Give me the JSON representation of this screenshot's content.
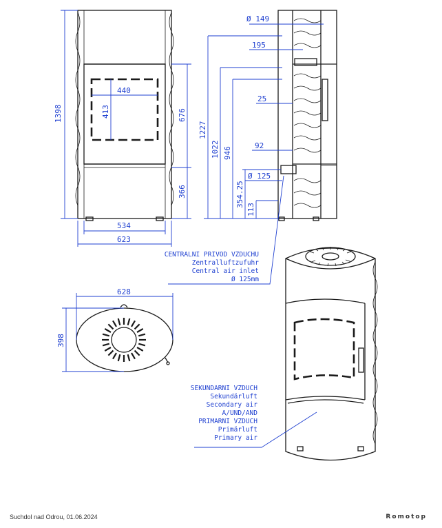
{
  "dimensions": {
    "front_total_height": "1398",
    "door_height": "676",
    "ash_section_height": "366",
    "window_width": "440",
    "window_height": "413",
    "inner_width": "534",
    "total_width": "623",
    "outlet_diameter": "Ø 149",
    "outlet_offset": "195",
    "height_1227": "1227",
    "height_1022": "1022",
    "height_946": "946",
    "offset_25": "25",
    "offset_92": "92",
    "inlet_diameter": "Ø 125",
    "inlet_height": "354.25",
    "inlet_bottom": "113",
    "top_width": "628",
    "top_depth": "398"
  },
  "labels": {
    "central_air_cz": "CENTRALNI PRIVOD VZDUCHU",
    "central_air_de": "Zentralluftzufuhr",
    "central_air_en": "Central air inlet",
    "central_air_dia": "Ø 125mm",
    "secondary_cz": "SEKUNDARNI VZDUCH",
    "secondary_de": "Sekundärluft",
    "secondary_en": "Secondary air",
    "and": "A/UND/AND",
    "primary_cz": "PRIMARNI VZDUCH",
    "primary_de": "Primärluft",
    "primary_en": "Primary air"
  },
  "footer": {
    "location_date": "Suchdol nad Odrou, 01.06.2024",
    "brand": "Romotop"
  },
  "colors": {
    "dimension_blue": "#1e3fd0",
    "line_black": "#1a1a1a"
  }
}
